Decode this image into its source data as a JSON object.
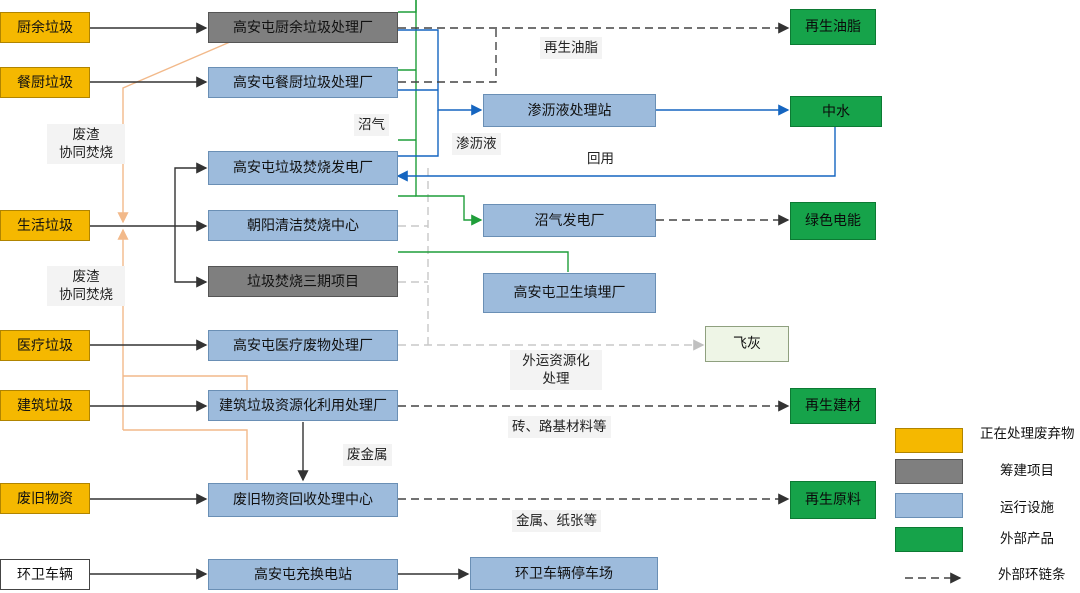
{
  "nodes": {
    "kitchen_waste": "厨余垃圾",
    "restaurant_waste": "餐厨垃圾",
    "domestic_waste": "生活垃圾",
    "medical_waste": "医疗垃圾",
    "construction_waste": "建筑垃圾",
    "used_materials": "废旧物资",
    "sanitation_vehicles": "环卫车辆",
    "kitchen_plant": "高安屯厨余垃圾处理厂",
    "restaurant_plant": "高安屯餐厨垃圾处理厂",
    "incineration_plant": "高安屯垃圾焚烧发电厂",
    "chaoyang_center": "朝阳清洁焚烧中心",
    "phase3_project": "垃圾焚烧三期项目",
    "medical_plant": "高安屯医疗废物处理厂",
    "construction_plant": "建筑垃圾资源化利用处理厂",
    "recycling_center": "废旧物资回收处理中心",
    "charging_station": "高安屯充换电站",
    "vehicle_parking": "环卫车辆停车场",
    "leachate_station": "渗沥液处理站",
    "biogas_plant": "沼气发电厂",
    "landfill": "高安屯卫生填埋厂",
    "recycled_oil": "再生油脂",
    "reclaimed_water": "中水",
    "green_power": "绿色电能",
    "fly_ash": "飞灰",
    "recycled_building": "再生建材",
    "recycled_raw": "再生原料"
  },
  "labels": {
    "recycled_oil": "再生油脂",
    "biogas": "沼气",
    "leachate": "渗沥液",
    "return_use": "回用",
    "residue1": "废渣\n协同焚烧",
    "residue2": "废渣\n协同焚烧",
    "external": "外运资源化\n处理",
    "bricks": "砖、路基材料等",
    "scrap_metal": "废金属",
    "metal_paper": "金属、纸张等"
  },
  "legend": {
    "waste": "正在处理废弃物",
    "planned": "筹建项目",
    "running": "运行设施",
    "product": "外部产品",
    "external": "外部环链条"
  },
  "colors": {
    "waste": "#f5b800",
    "planned": "#7f7f7f",
    "running": "#9dbbdc",
    "product": "#16a34a",
    "green_line": "#1f9e3a",
    "blue_line": "#1565c0",
    "orange_line": "#f2b98a",
    "gray_line": "#c8c8c8"
  }
}
